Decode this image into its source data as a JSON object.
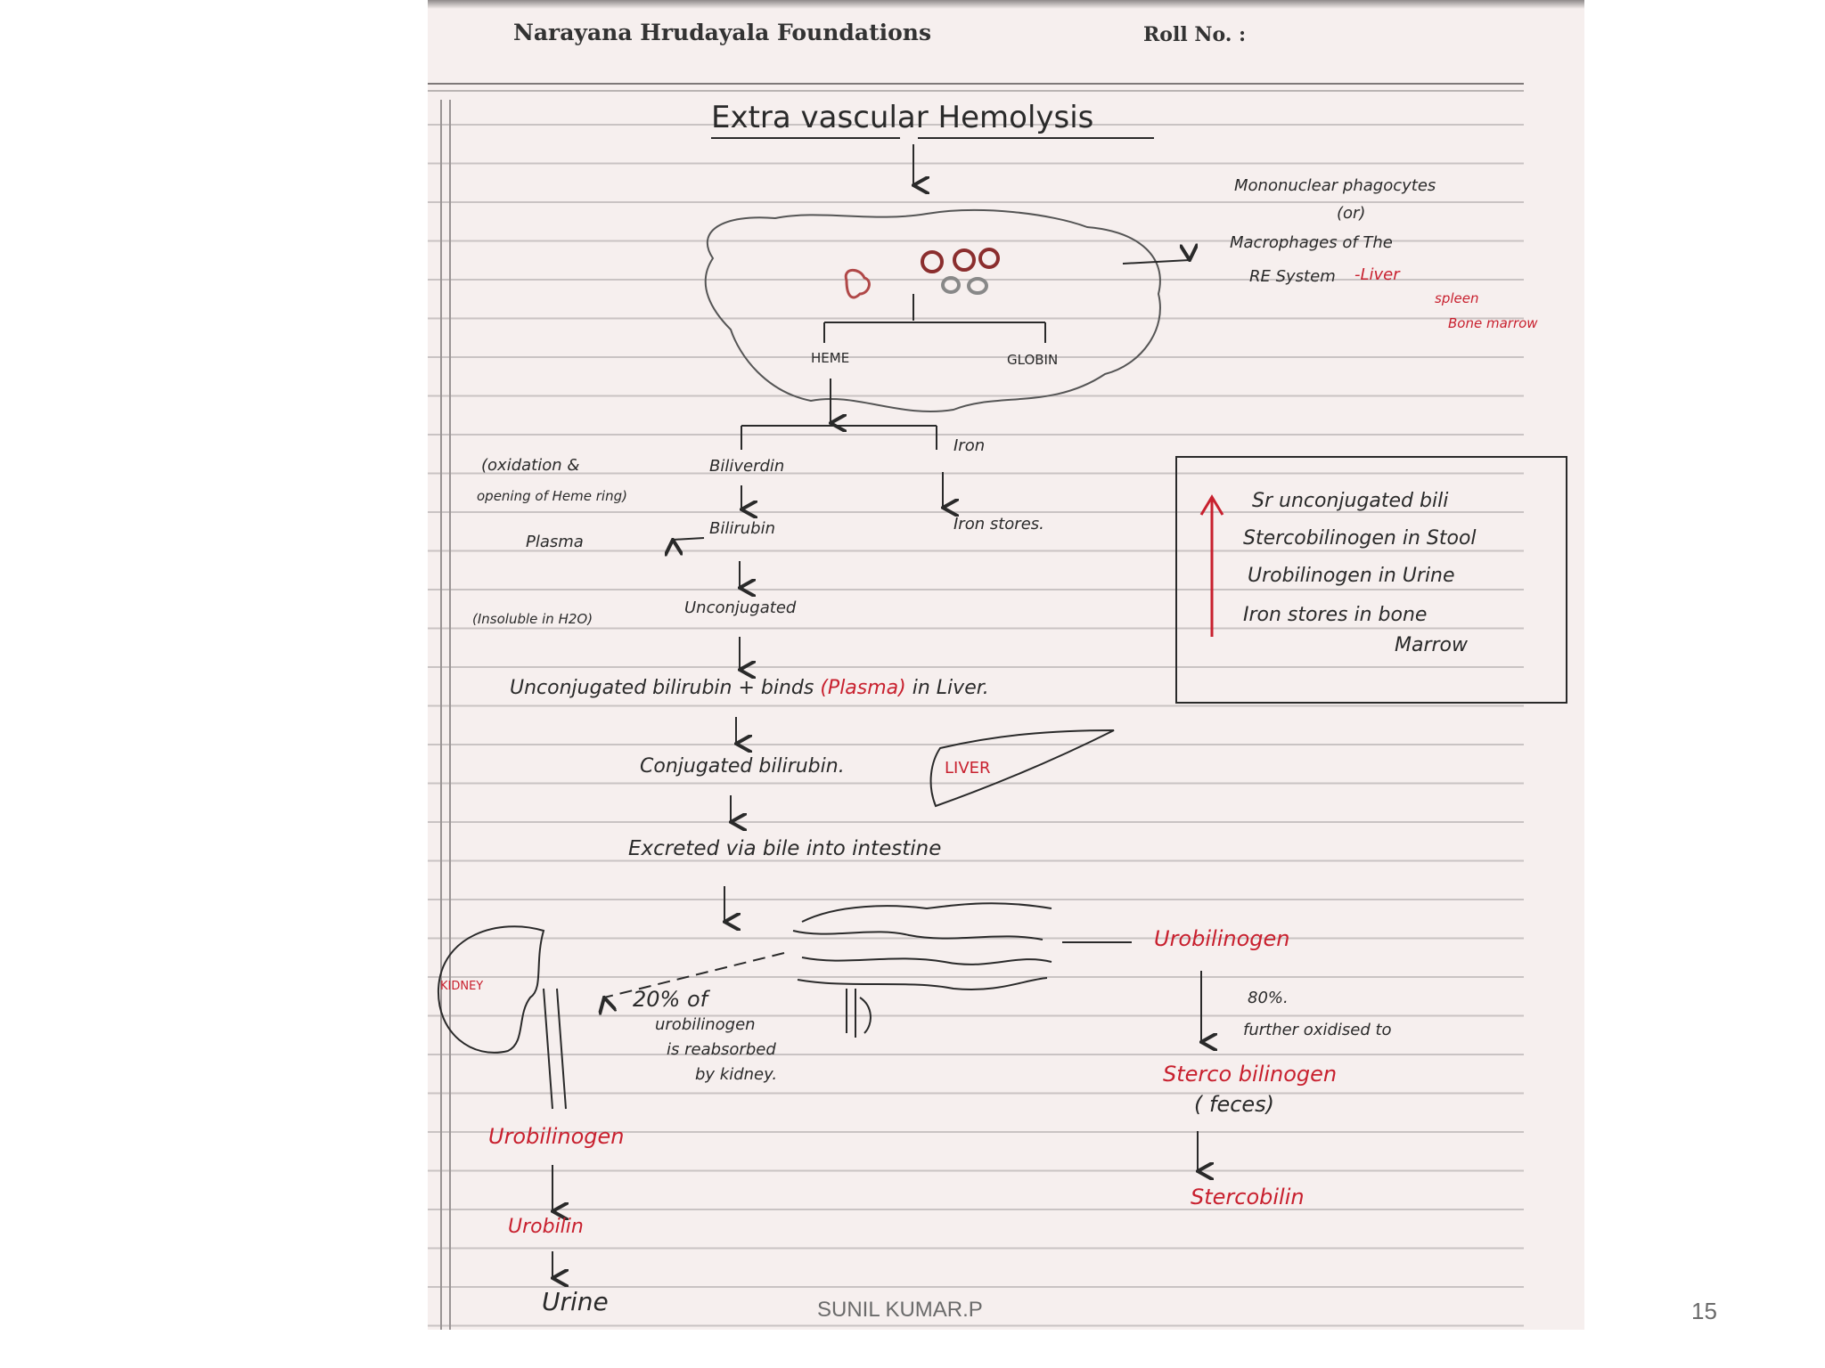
{
  "sheet": {
    "institution": "Narayana Hrudayala Foundations",
    "roll_label": "Roll No. :"
  },
  "diagram": {
    "title": "Extra vascular Hemolysis",
    "phagocyte_note": {
      "line1": "Mononuclear phagocytes",
      "line2": "(or)",
      "line3": "Macrophages of The",
      "line4": "RE System",
      "organ1": "-Liver",
      "organ2": "spleen",
      "organ3": "Bone marrow"
    },
    "heme": "HEME",
    "globin": "GLOBIN",
    "iron": "Iron",
    "iron_stores": "Iron stores.",
    "oxidation_note1": "(oxidation &",
    "oxidation_note2": "opening of Heme ring)",
    "biliverdin": "Biliverdin",
    "bilirubin": "Bilirubin",
    "plasma": "Plasma",
    "insoluble_note": "(Insoluble in H2O)",
    "unconjugated": "Unconjugated",
    "binds_step_a": "Unconjugated bilirubin + binds",
    "binds_step_b": "(Plasma)",
    "binds_step_c": "in Liver.",
    "conjugated": "Conjugated bilirubin.",
    "liver_label": "LIVER",
    "excreted": "Excreted via bile into intestine",
    "urobilinogen_red": "Urobilinogen",
    "eighty_pct": "80%.",
    "further_oxidised": "further oxidised to",
    "stercobilinogen": "Sterco bilinogen",
    "feces": "( feces)",
    "stercobilin": "Stercobilin",
    "kidney_label": "KIDNEY",
    "twenty_pct_1": "20% of",
    "twenty_pct_2": "urobilinogen",
    "twenty_pct_3": "is reabsorbed",
    "twenty_pct_4": "by kidney.",
    "urobilinogen_left": "Urobilinogen",
    "urobilin": "Urobilin",
    "urine": "Urine",
    "box": {
      "line1": "Sr unconjugated bili",
      "line2": "Stercobilinogen in Stool",
      "line3": "Urobilinogen in Urine",
      "line4": "Iron stores in bone",
      "line5": "Marrow"
    }
  },
  "footer": {
    "author": "SUNIL KUMAR.P",
    "page": "15"
  },
  "colors": {
    "ink": "#2a2a2a",
    "red_ink": "#c8202e",
    "paper": "#f6efee",
    "rule": "#c9c3c3"
  }
}
